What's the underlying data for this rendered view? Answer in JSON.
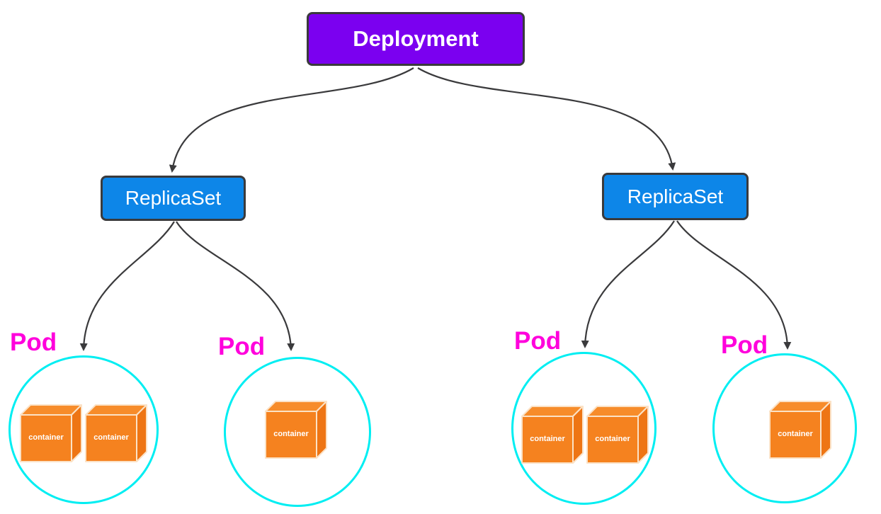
{
  "colors": {
    "background": "#FFFFFF",
    "deployment_fill": "#7B00F0",
    "replicaset_fill": "#0D86E8",
    "pod_label_color": "#FF00DC",
    "pod_circle_stroke": "#00EEF2",
    "container_fill": "#F5821F",
    "container_top_fill": "#F78C2A",
    "container_side_fill": "#EE7514",
    "container_edge": "#FBE2C6",
    "arrow_color": "#3A3A3C",
    "node_border": "#3A3A3C",
    "node_text": "#FFFFFF"
  },
  "nodes": {
    "deployment": {
      "label": "Deployment"
    },
    "replicasets": [
      {
        "label": "ReplicaSet"
      },
      {
        "label": "ReplicaSet"
      }
    ],
    "pods": [
      {
        "label": "Pod",
        "containers": [
          {
            "label": "container"
          },
          {
            "label": "container"
          }
        ]
      },
      {
        "label": "Pod",
        "containers": [
          {
            "label": "container"
          }
        ]
      },
      {
        "label": "Pod",
        "containers": [
          {
            "label": "container"
          },
          {
            "label": "container"
          }
        ]
      },
      {
        "label": "Pod",
        "containers": [
          {
            "label": "container"
          }
        ]
      }
    ]
  },
  "edges": [
    {
      "from": "deployment",
      "to": "replicaset-1"
    },
    {
      "from": "deployment",
      "to": "replicaset-2"
    },
    {
      "from": "replicaset-1",
      "to": "pod-1"
    },
    {
      "from": "replicaset-1",
      "to": "pod-2"
    },
    {
      "from": "replicaset-2",
      "to": "pod-3"
    },
    {
      "from": "replicaset-2",
      "to": "pod-4"
    }
  ]
}
